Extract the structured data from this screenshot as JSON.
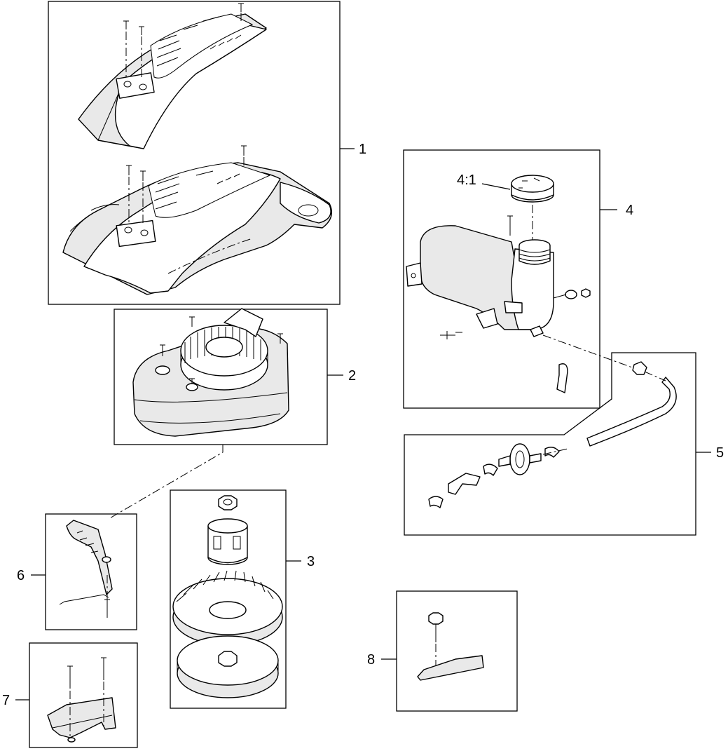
{
  "callouts": {
    "c1": "1",
    "c2": "2",
    "c3": "3",
    "c4": "4",
    "c4_1": "4:1",
    "c5": "5",
    "c6": "6",
    "c7": "7",
    "c8": "8"
  }
}
